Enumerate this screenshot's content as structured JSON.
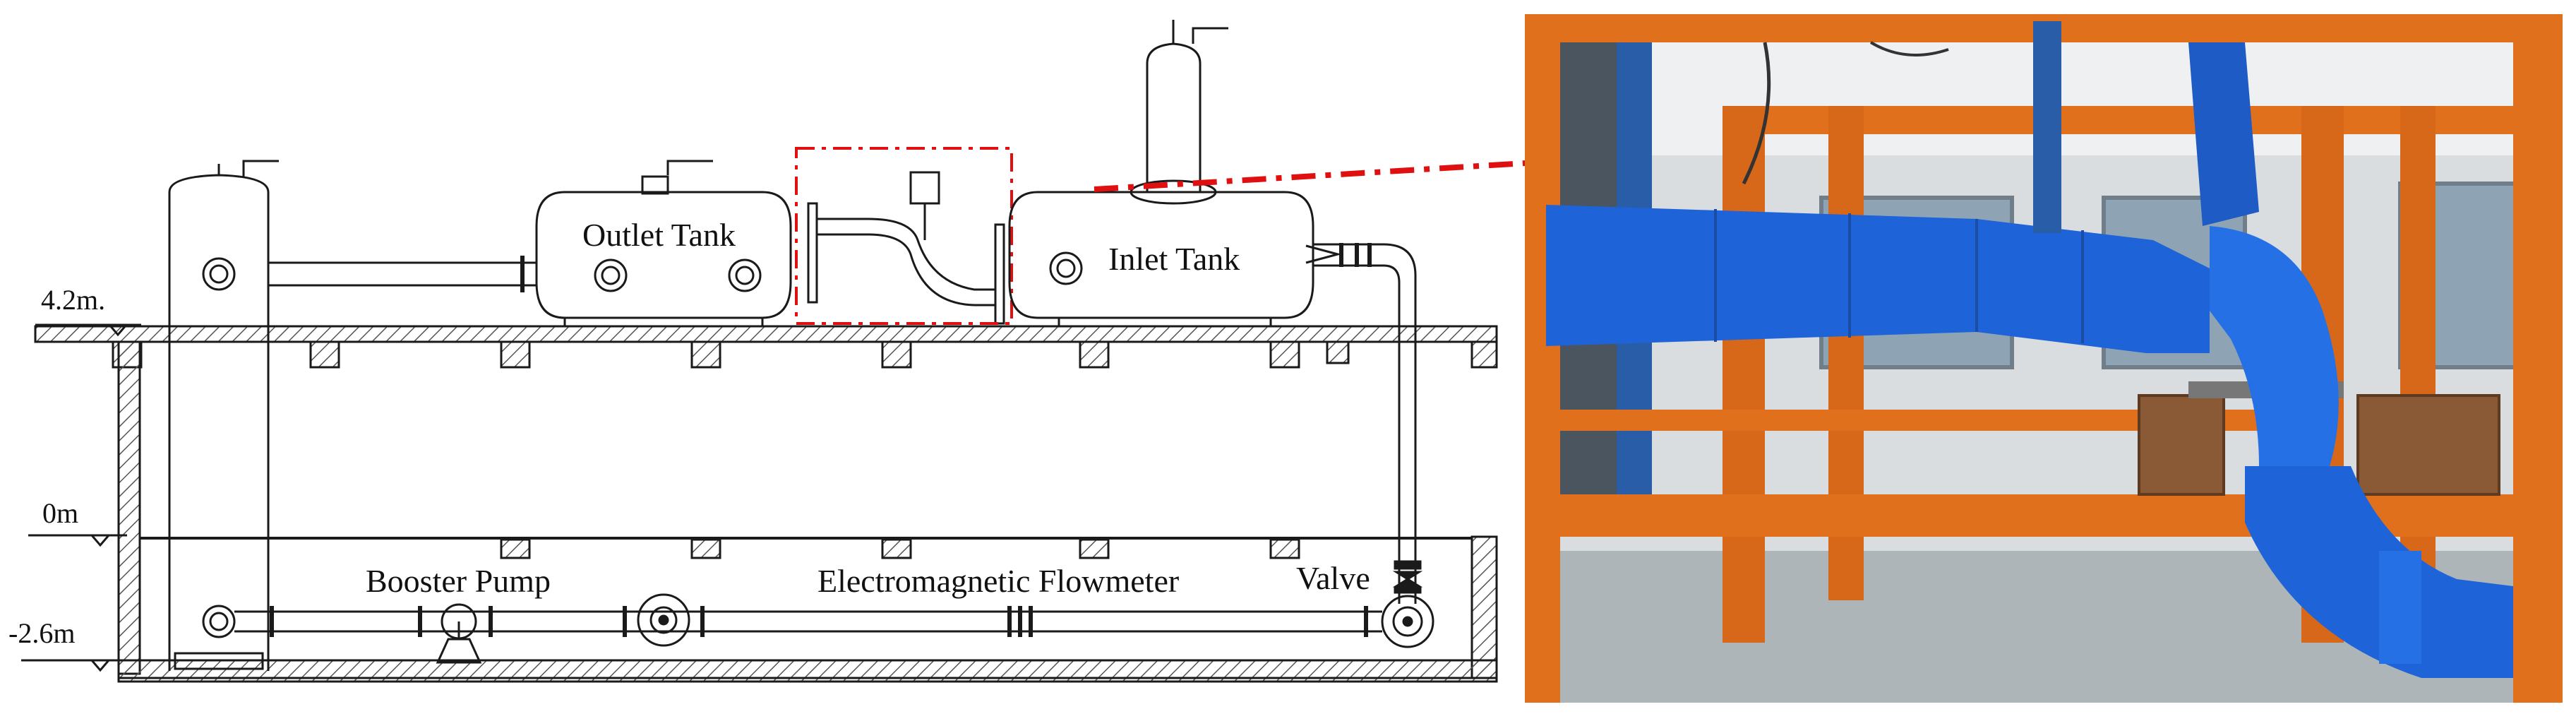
{
  "schematic": {
    "labels": {
      "outlet_tank": "Outlet Tank",
      "inlet_tank": "Inlet Tank",
      "booster_pump": "Booster Pump",
      "flowmeter": "Electromagnetic Flowmeter",
      "valve": "Valve"
    },
    "levels": {
      "top": "4.2m.",
      "ground": "0m",
      "bottom": "-2.6m"
    },
    "colors": {
      "line": "#1a1a1a",
      "hatch": "#555555",
      "callout": "#e01010"
    }
  },
  "photo": {
    "colors": {
      "frame_orange": "#e0701c",
      "pipe_blue": "#1f63d8",
      "column_blue": "#2a5da8",
      "wall": "#d9dde0",
      "floor": "#aeb5b8"
    }
  }
}
